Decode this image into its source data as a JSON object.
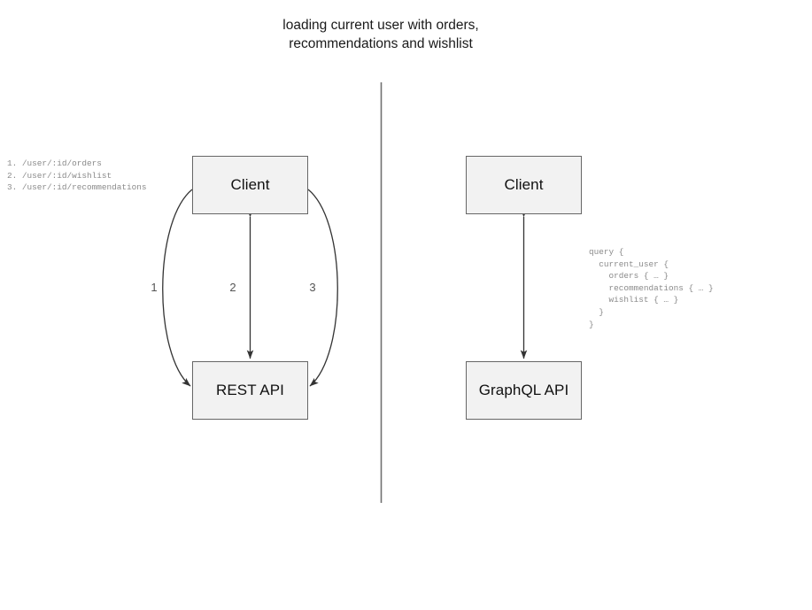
{
  "title": {
    "text": "loading current user with orders,\nrecommendations and wishlist"
  },
  "divider": {
    "label": "vertical-divider"
  },
  "rest_side": {
    "client_node": "Client",
    "api_node": "REST API",
    "endpoints_text": "1. /user/:id/orders\n2. /user/:id/wishlist\n3. /user/:id/recommendations",
    "endpoints_list": [
      "1. /user/:id/orders",
      "2. /user/:id/wishlist",
      "3. /user/:id/recommendations"
    ],
    "edge_labels": [
      "1",
      "2",
      "3"
    ]
  },
  "graphql_side": {
    "client_node": "Client",
    "api_node": "GraphQL API",
    "query_text": "query {\n  current_user {\n    orders { … }\n    recommendations { … }\n    wishlist { … }\n  }\n}",
    "query_lines": [
      "query {",
      "  current_user {",
      "    orders { … }",
      "    recommendations { … }",
      "    wishlist { … }",
      "  }",
      "}"
    ]
  },
  "colors": {
    "node_fill": "#f2f2f2",
    "node_border": "#666666",
    "edge_stroke": "#333333",
    "divider_stroke": "#707070",
    "code_text": "#8a8a8a",
    "title_text": "#1a1a1a",
    "background": "#ffffff"
  }
}
